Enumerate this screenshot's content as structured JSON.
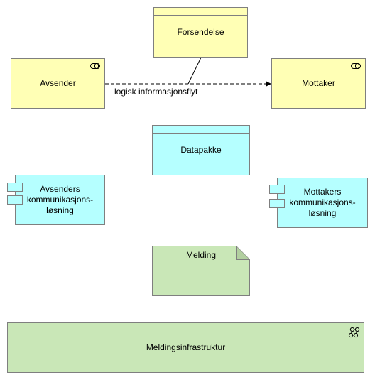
{
  "nodes": {
    "forsendelse": "Forsendelse",
    "avsender": "Avsender",
    "mottaker": "Mottaker",
    "datapakke": "Datapakke",
    "avsenders_komp": "Avsenders\nkommunikasjons-\nløsning",
    "mottakers_komp": "Mottakers\nkommunikasjons-\nløsning",
    "melding": "Melding",
    "meldingsinfrastruktur": "Meldingsinfrastruktur"
  },
  "edges": {
    "flow_label": "logisk informasjonsflyt"
  },
  "icons": {
    "role": "role-icon",
    "network": "network-icon"
  },
  "colors": {
    "business": "#ffffb5",
    "application": "#b5ffff",
    "technology": "#c9e7b7"
  }
}
